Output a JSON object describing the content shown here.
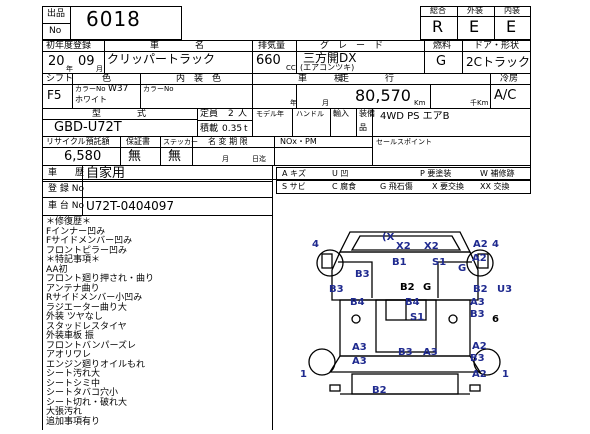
{
  "header": {
    "lot_label_top": "出品",
    "lot_label_bottom": "No",
    "lot_number": "6018",
    "grade_labels": [
      "総合",
      "外装",
      "内装"
    ],
    "grades": [
      "R",
      "E",
      "E"
    ]
  },
  "row1": {
    "reg_label": "初年度登録",
    "name_label": "車　　　　名",
    "disp_label": "排気量",
    "grade_label": "グ　レ　ー　ド",
    "fuel_label": "燃料",
    "door_label": "ドア・形状",
    "year": "20",
    "month": "09",
    "year_unit": "年",
    "month_unit": "月",
    "car_name": "クリッパートラック",
    "displacement": "660",
    "cc_unit": "CC",
    "grade": "三方開DX",
    "grade_sub": "(エアコンツキ)",
    "fuel": "G",
    "door_shape": "2Cトラック"
  },
  "row2": {
    "shift_label": "シフト",
    "color_label": "色",
    "interior_label": "内　装　色",
    "inspection_label": "車　　　検",
    "mileage_label": "走　　　　行",
    "ac_label": "冷房",
    "shift": "F5",
    "color_no_label": "カラーNo",
    "color_no": "W37",
    "color_name": "ホワイト",
    "int_color_no_label": "カラーNo",
    "insp_year_unit": "年",
    "insp_month_unit": "月",
    "mileage": "80,570",
    "km_unit": "Km",
    "thousand_km_unit": "千Km",
    "ac": "A/C"
  },
  "row3": {
    "model_label": "型　　　　式",
    "capacity_label": "定員",
    "capacity": "2",
    "capacity_unit": "人",
    "load_label": "積載",
    "load": "0.35",
    "load_unit": "t",
    "model_no_label": "モデル年",
    "handle_label": "ハンドル",
    "import_label": "輸入",
    "equip_label": "装備",
    "equip_label2": "品",
    "model": "GBD-U72T",
    "equipment": "4WD  PS  エアB"
  },
  "row4": {
    "recycle_label": "リサイクル預託額",
    "warranty_label": "保証書",
    "sticker_label": "ステッカー",
    "name_change_label": "名 変 期 限",
    "nox_label": "NOx・PM",
    "sales_point_label": "セールスポイント",
    "recycle": "6,580",
    "warranty": "無",
    "sticker": "無",
    "month_unit": "月",
    "day_unit": "日迄"
  },
  "vehicle_history": {
    "history_label": "車　　歴",
    "history": "自家用",
    "reg_no_label": "登 録 No",
    "chassis_label": "車 台 No",
    "chassis_no": "U72T-0404097"
  },
  "legend": [
    [
      "A キズ",
      "U 凹",
      "P 要塗装",
      "W 補修跡"
    ],
    [
      "S サビ",
      "C 腐食",
      "G 飛石傷",
      "X 要交換",
      "XX 交換"
    ]
  ],
  "notes": [
    "＊修復歴＊",
    "Fインナー凹み",
    "Fサイドメンバー凹み",
    "フロントピラー凹み",
    "＊特記事項＊",
    "AA初",
    "フロント廻り押され・曲り",
    "アンテナ曲り",
    "Rサイドメンバー小凹み",
    "ラジエーター曲り大",
    "外装 ツヤなし",
    "スタッドレスタイヤ",
    "外装車板 振",
    "フロントバンパーズレ",
    "アオリワレ",
    "エンジン廻りオイルもれ",
    "シート汚れ大",
    "シートシミ中",
    "シートタバコ穴小",
    "シート切れ・破れ大",
    "大張汚れ",
    "追加事項有り"
  ],
  "diagram": {
    "marks_blue": [
      "X2",
      "X2",
      "A2",
      "4",
      "4",
      "A2",
      "(X",
      "B3",
      "B1",
      "S1",
      "G",
      "B3",
      "B2",
      "U3",
      "B4",
      "B4",
      "A3",
      "S1",
      "B3",
      "A3",
      "A3",
      "B3",
      "A3",
      "B3",
      "A2",
      "A2",
      "1",
      "1",
      "B2"
    ],
    "marks_black": [
      "G",
      "B2",
      "6"
    ]
  }
}
